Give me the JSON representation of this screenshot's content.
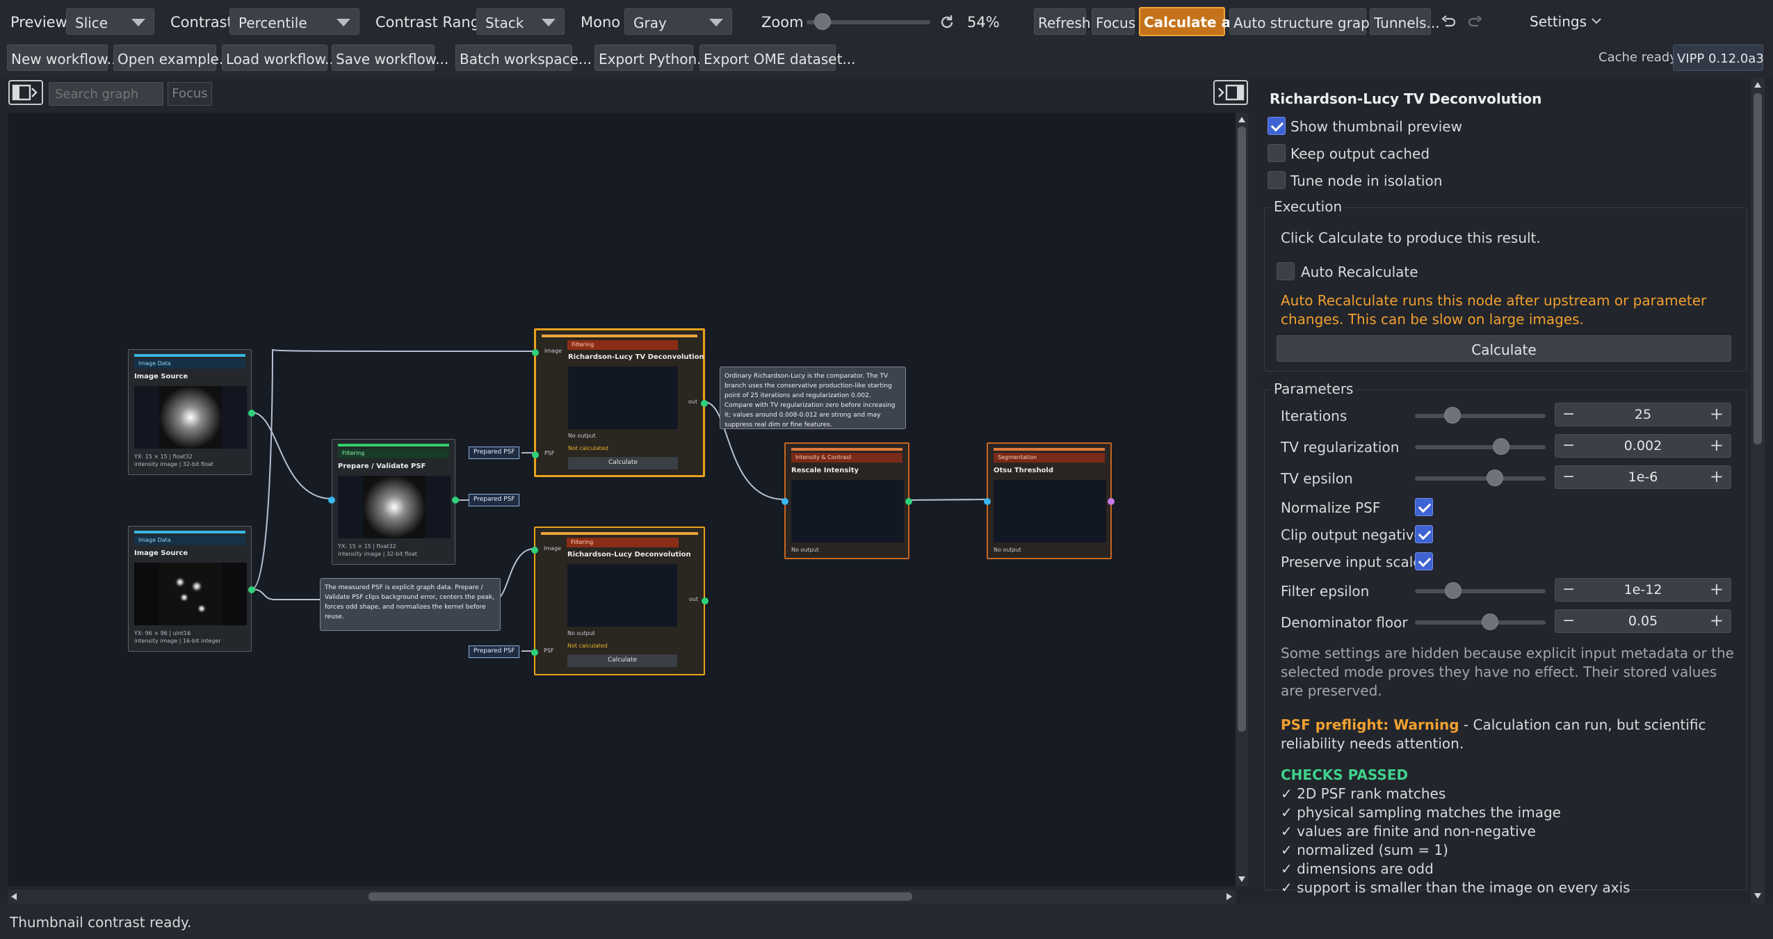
{
  "toolbar": {
    "preview_label": "Preview",
    "preview_value": "Slice",
    "contrast_label": "Contrast",
    "contrast_value": "Percentile",
    "contrast_range_label": "Contrast Range",
    "contrast_range_value": "Stack",
    "mono_label": "Mono",
    "mono_value": "Gray",
    "zoom_label": "Zoom",
    "zoom_level": 0.54,
    "zoom_value": "54%",
    "refresh": "Refresh",
    "focus": "Focus",
    "calculate_all": "Calculate all",
    "auto_structure": "Auto structure graph",
    "tunnels": "Tunnels...",
    "settings": "Settings"
  },
  "workflow_bar": {
    "new_workflow": "New workflow...",
    "open_example": "Open example...",
    "load_workflow": "Load workflow...",
    "save_workflow": "Save workflow...",
    "batch_workspace": "Batch workspace...",
    "export_python": "Export Python...",
    "export_ome": "Export OME dataset...",
    "cache_status": "Cache ready",
    "version": "VIPP 0.12.0a3"
  },
  "graph": {
    "search_placeholder": "Search graph",
    "focus_button": "Focus",
    "nodes": {
      "src1": {
        "category": "Image Data",
        "title": "Image Source",
        "meta1": "YX: 15 × 15 | float32",
        "meta2": "intensity image | 32-bit float"
      },
      "src2": {
        "category": "Image Data",
        "title": "Image Source",
        "meta1": "YX: 96 × 96 | uint16",
        "meta2": "intensity image | 16-bit integer"
      },
      "psf": {
        "category": "Filtering",
        "title": "Prepare / Validate PSF",
        "meta1": "YX: 15 × 15 | float32",
        "meta2": "intensity image | 32-bit float"
      },
      "rltv": {
        "category": "Filtering",
        "title": "Richardson-Lucy TV Deconvolution",
        "in1": "Image",
        "in2": "PSF",
        "out": "out",
        "no_output": "No output",
        "not_calc": "Not calculated",
        "calc": "Calculate"
      },
      "rl": {
        "category": "Filtering",
        "title": "Richardson-Lucy Deconvolution",
        "in1": "Image",
        "in2": "PSF",
        "out": "out",
        "no_output": "No output",
        "not_calc": "Not calculated",
        "calc": "Calculate"
      },
      "rescale": {
        "category": "Intensity & Contrast",
        "title": "Rescale Intensity",
        "no_output": "No output"
      },
      "otsu": {
        "category": "Segmentation",
        "title": "Otsu Threshold",
        "no_output": "No output"
      }
    },
    "tags": {
      "prepared_psf": "Prepared PSF"
    },
    "notes": {
      "note1": "Ordinary Richardson-Lucy is the comparator. The TV branch uses the conservative production-like starting point of 25 iterations and regularization 0.002. Compare with TV regularization zero before increasing it; values around 0.008-0.012 are strong and may suppress real dim or fine features.",
      "note2": "The measured PSF is explicit graph data. Prepare / Validate PSF clips background error, centers the peak, forces odd shape, and normalizes the kernel before reuse."
    }
  },
  "panel": {
    "title": "Richardson-Lucy TV Deconvolution",
    "show_thumb": "Show thumbnail preview",
    "keep_cached": "Keep output cached",
    "tune_isolation": "Tune node in isolation",
    "execution": {
      "title": "Execution",
      "hint": "Click Calculate to produce this result.",
      "auto_recalc": "Auto Recalculate",
      "warning": "Auto Recalculate runs this node after upstream or parameter changes. This can be slow on large images.",
      "calculate": "Calculate"
    },
    "parameters": {
      "title": "Parameters",
      "iterations_label": "Iterations",
      "iterations_value": "25",
      "tvreg_label": "TV regularization",
      "tvreg_value": "0.002",
      "tveps_label": "TV epsilon",
      "tveps_value": "1e-6",
      "normalize_label": "Normalize PSF",
      "clip_label": "Clip output negative",
      "preserve_label": "Preserve input scale",
      "filter_eps_label": "Filter epsilon",
      "filter_eps_value": "1e-12",
      "denom_label": "Denominator floor",
      "denom_value": "0.05",
      "hidden_note": "Some settings are hidden because explicit input metadata or the selected mode proves they have no effect. Their stored values are preserved."
    },
    "preflight": {
      "label": "PSF preflight: Warning",
      "text": " - Calculation can run, but scientific reliability needs attention.",
      "checks_title": "CHECKS PASSED",
      "checks": [
        "✓ 2D PSF rank matches",
        "✓ physical sampling matches the image",
        "✓ values are finite and non-negative",
        "✓ normalized (sum = 1)",
        "✓ dimensions are odd",
        "✓ support is smaller than the image on every axis"
      ]
    }
  },
  "status_bar": {
    "message": "Thumbnail contrast ready."
  },
  "colors": {
    "accent": "#c5731a",
    "warning": "#f0a030",
    "success": "#3fd28c",
    "checkbox": "#3f63d3"
  }
}
